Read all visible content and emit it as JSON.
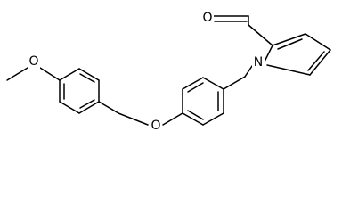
{
  "atoms": {
    "methoxy_oxygen": "O",
    "ether_oxygen": "O",
    "pyrrole_nitrogen": "N",
    "aldehyde_oxygen": "O"
  }
}
